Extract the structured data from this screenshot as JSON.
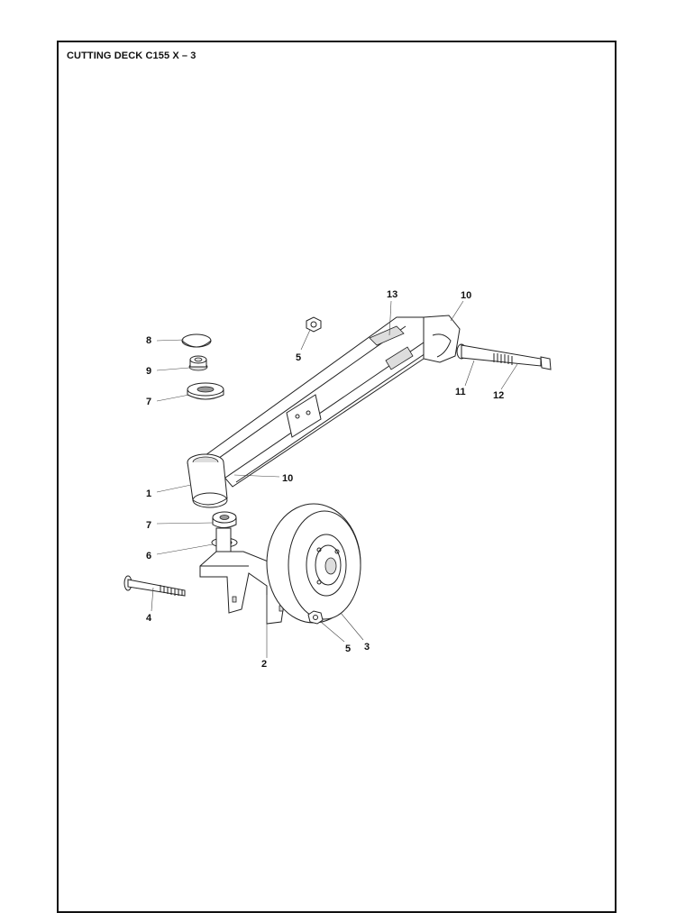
{
  "page": {
    "title": "CUTTING DECK C155 X – 3"
  },
  "callouts": [
    {
      "id": "c13",
      "label": "13"
    },
    {
      "id": "c10a",
      "label": "10"
    },
    {
      "id": "c5a",
      "label": "5"
    },
    {
      "id": "c8",
      "label": "8"
    },
    {
      "id": "c9",
      "label": "9"
    },
    {
      "id": "c7a",
      "label": "7"
    },
    {
      "id": "c11",
      "label": "11"
    },
    {
      "id": "c12",
      "label": "12"
    },
    {
      "id": "c1",
      "label": "1"
    },
    {
      "id": "c10b",
      "label": "10"
    },
    {
      "id": "c7b",
      "label": "7"
    },
    {
      "id": "c6",
      "label": "6"
    },
    {
      "id": "c4",
      "label": "4"
    },
    {
      "id": "c5b",
      "label": "5"
    },
    {
      "id": "c3",
      "label": "3"
    },
    {
      "id": "c2",
      "label": "2"
    }
  ]
}
